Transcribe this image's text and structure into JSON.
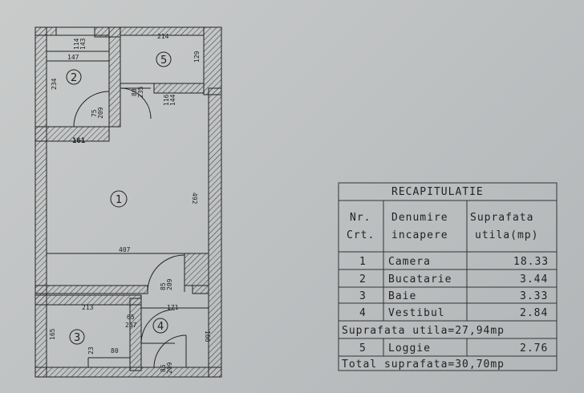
{
  "plan": {
    "rooms": [
      {
        "num": "1"
      },
      {
        "num": "2"
      },
      {
        "num": "3"
      },
      {
        "num": "4"
      },
      {
        "num": "5"
      }
    ],
    "dims": {
      "top_214": "214",
      "top_114": "114",
      "top_143": "143",
      "r2_147": "147",
      "r2_234": "234",
      "r5_129": "129",
      "d_80": "80",
      "d_235": "235",
      "d_116": "116",
      "d_144": "144",
      "d_75": "75",
      "d_209": "209",
      "w_161": "161",
      "r1_492": "492",
      "r1_407": "407",
      "d_85": "85",
      "d_209b": "209",
      "r3_213": "213",
      "r4_171": "171",
      "d_65": "65",
      "d_207": "207",
      "r3_165": "165",
      "r4_166": "166",
      "r3_23": "23",
      "r3_80": "80",
      "d_85b": "85",
      "d_209c": "209"
    }
  },
  "table": {
    "title": "RECAPITULATIE",
    "h1a": "Nr.",
    "h1b": "Crt.",
    "h2a": "Denumire",
    "h2b": "incapere",
    "h3a": "Suprafata",
    "h3b": "utila(mp)",
    "rows": [
      {
        "nr": "1",
        "name": "Camera",
        "area": "18.33"
      },
      {
        "nr": "2",
        "name": "Bucatarie",
        "area": "3.44"
      },
      {
        "nr": "3",
        "name": "Baie",
        "area": "3.33"
      },
      {
        "nr": "4",
        "name": "Vestibul",
        "area": "2.84"
      }
    ],
    "subtotal": "Suprafata utila=27,94mp",
    "loggia": {
      "nr": "5",
      "name": "Loggie",
      "area": "2.76"
    },
    "total": "Total suprafata=30,70mp"
  }
}
